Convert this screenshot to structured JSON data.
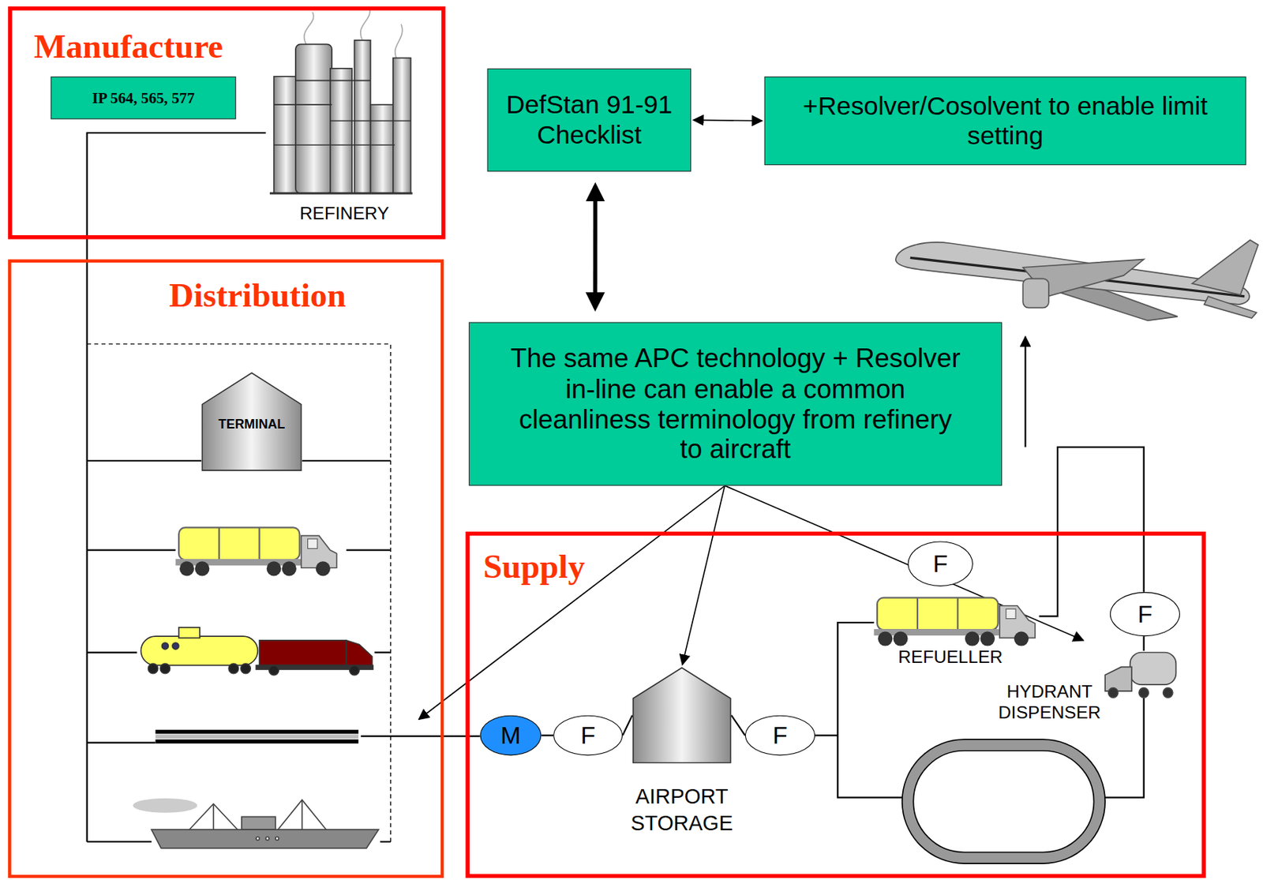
{
  "diagram": {
    "nodes": [
      {
        "text": [
          "Manufacture"
        ]
      },
      {
        "text": [
          "IP 564, 565, 577"
        ],
        "in": 0
      },
      {
        "text": [
          "DefStan 91-91 Checklist"
        ]
      },
      {
        "text": [
          "+Resolver/Cosolvent to enable limit setting"
        ]
      },
      {
        "text": [
          "Distribution"
        ]
      },
      {
        "text": [
          "TERMINAL"
        ],
        "in": 4
      },
      {
        "text": [
          "The same APC technology + Resolver in-line can enable a common cleanliness terminology from refinery to aircraft"
        ]
      },
      {
        "text": [
          "Supply"
        ]
      },
      {
        "text": [
          "M"
        ],
        "in": 7
      },
      {
        "text": [
          "F"
        ],
        "in": 7
      },
      {
        "text": [
          "AIRPORT STORAGE"
        ],
        "in": 7
      },
      {
        "text": [
          "F"
        ],
        "in": 7
      },
      {
        "text": [
          "F"
        ],
        "in": 7
      },
      {
        "text": [
          "F"
        ],
        "in": 7
      }
    ],
    "edges": [
      {
        "from": 2,
        "to": 3,
        "arrow": "both"
      },
      {
        "from": 2,
        "to": 6,
        "arrow": "both"
      },
      {
        "from": 6,
        "to": 10,
        "arrow": "to"
      },
      {
        "from": 8,
        "to": 9,
        "arrow": "none"
      },
      {
        "from": 9,
        "to": 10,
        "arrow": "none"
      },
      {
        "from": 10,
        "to": 11,
        "arrow": "none"
      }
    ],
    "labels": [
      "REFINERY",
      "REFUELLER",
      "HYDRANT DISPENSER"
    ]
  }
}
